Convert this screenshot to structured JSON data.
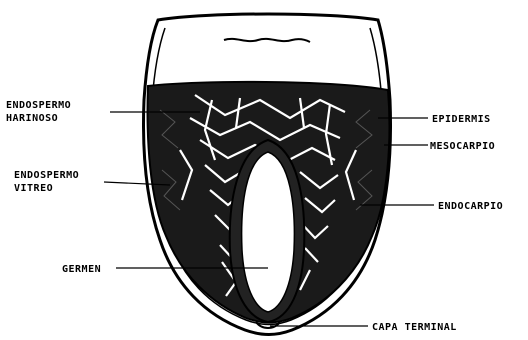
{
  "labels": {
    "endospermo_harinoso": [
      "ENDOSPERMO",
      "HARINOSO"
    ],
    "endospermo_vitreo": [
      "ENDOSPERMO",
      "VITREO"
    ],
    "germen": "GERMEN",
    "epidermis": "EPIDERMIS",
    "mesocarpio": "MESOCARPIO",
    "endocarpio": "ENDOCARPIO",
    "capa_terminal": "CAPA TERMINAL"
  },
  "colors": {
    "ink": "#000000",
    "paper": "#ffffff"
  }
}
